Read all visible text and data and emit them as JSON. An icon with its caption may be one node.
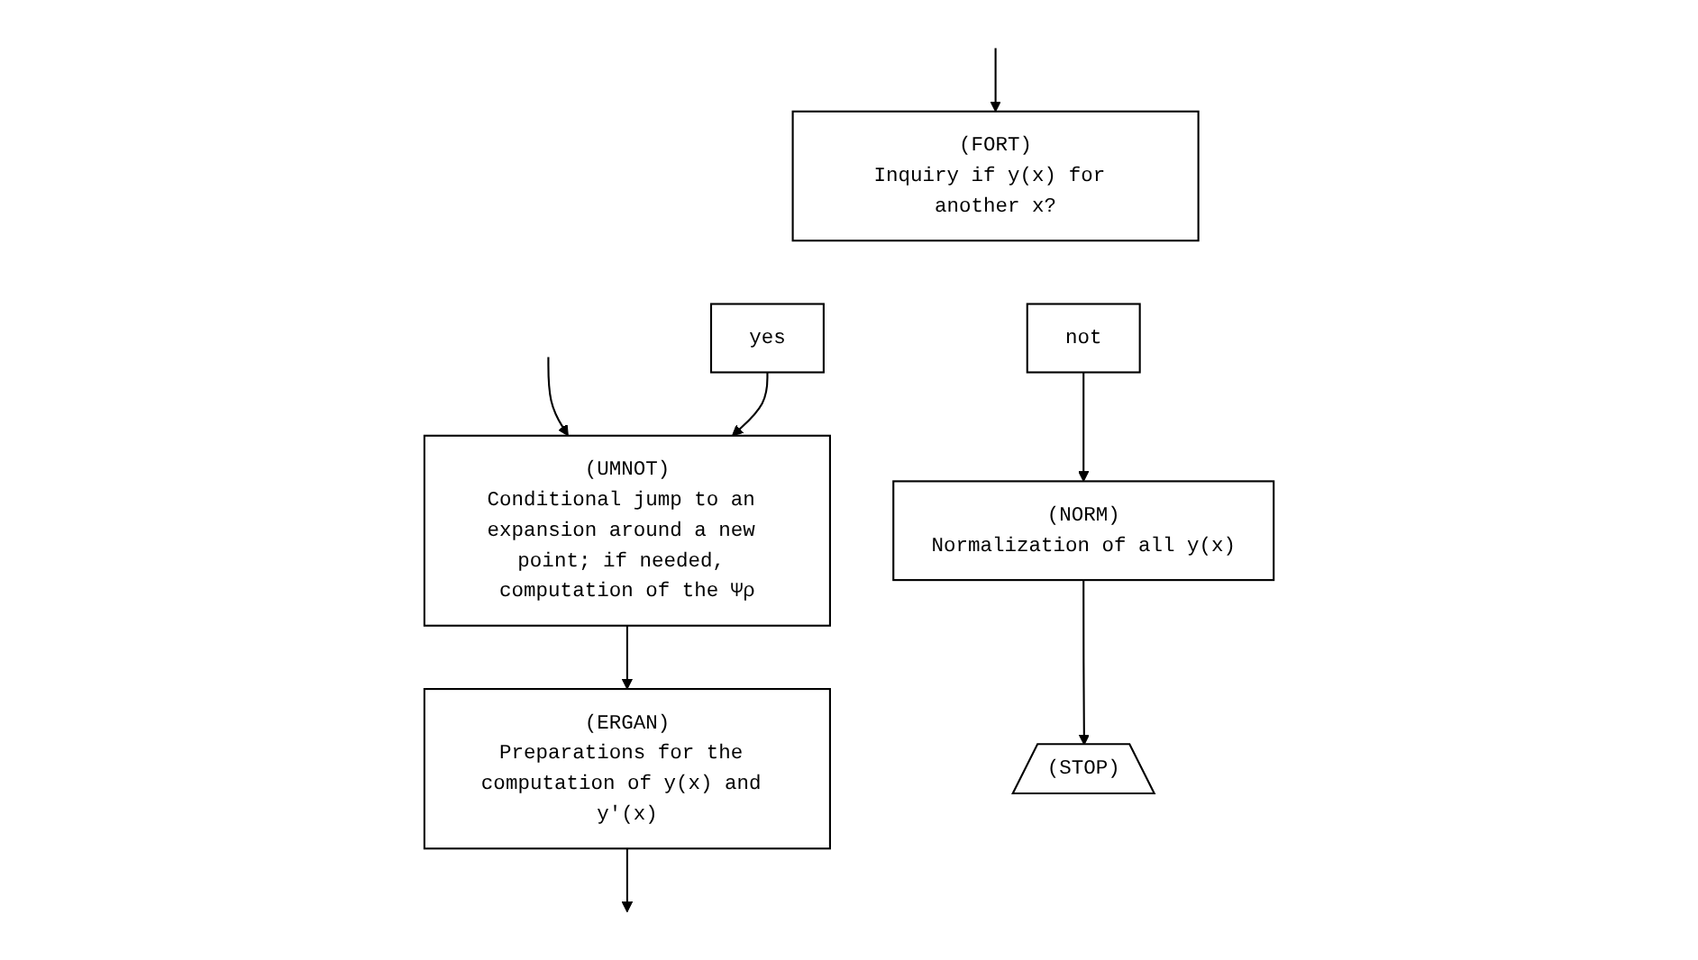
{
  "diagram": {
    "nodes": [
      {
        "text": [
          "(UMNOT)",
          "Conditional jump to an expansion around a new point; if needed, computation of the Ψρ"
        ]
      },
      {
        "text": [
          "(ERGAN)",
          "Preparations for the computation of y(x) and y'(x)"
        ]
      },
      {
        "text": [
          "(FORT)",
          "Inquiry if y(x) for another x?"
        ]
      },
      {
        "text": [
          "yes"
        ]
      },
      {
        "text": [
          "not"
        ]
      },
      {
        "text": [
          "(NORM)",
          "Normalization of all y(x)"
        ]
      },
      {
        "text": [
          "(STOP)"
        ]
      }
    ],
    "edges": [
      {
        "from": null,
        "to": 0,
        "arrow": "to"
      },
      {
        "from": 0,
        "to": 1,
        "arrow": "to"
      },
      {
        "from": 1,
        "to": null,
        "arrow": "to"
      },
      {
        "from": null,
        "to": 2,
        "arrow": "to"
      },
      {
        "from": 3,
        "to": 0,
        "arrow": "to"
      },
      {
        "from": 4,
        "to": 5,
        "arrow": "to"
      },
      {
        "from": 5,
        "to": 6,
        "arrow": "to"
      }
    ]
  }
}
